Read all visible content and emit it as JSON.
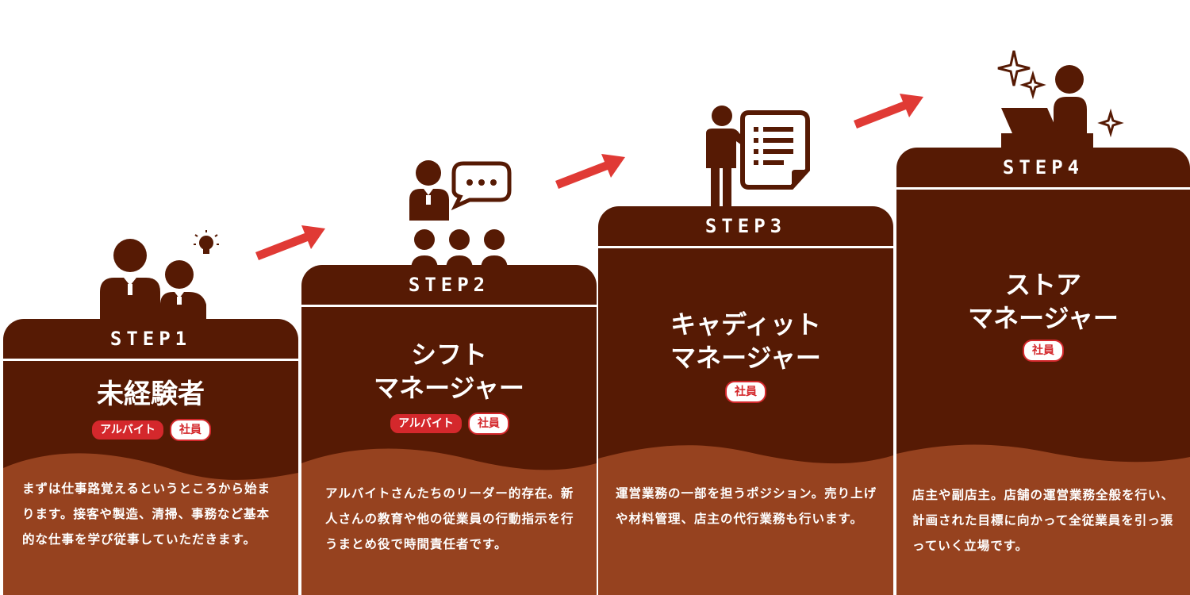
{
  "colors": {
    "dark_brown": "#561a04",
    "light_brown": "#96421f",
    "red": "#d4282c",
    "arrow_red": "#e03a35",
    "white": "#ffffff"
  },
  "steps": [
    {
      "header": "STEP1",
      "title_lines": [
        "未経験者"
      ],
      "tags": [
        "アルバイト",
        "社員"
      ],
      "description": "まずは仕事路覚えるというところから始まります。接客や製造、清掃、事務など基本的な仕事を学び従事していただきます。",
      "icon": "two-people-lightbulb-icon"
    },
    {
      "header": "STEP2",
      "title_lines": [
        "シフト",
        "マネージャー"
      ],
      "tags": [
        "アルバイト",
        "社員"
      ],
      "description": "アルバイトさんたちのリーダー的存在。新人さんの教育や他の従業員の行動指示を行うまとめ役で時間責任者です。",
      "icon": "leader-speech-bubble-icon"
    },
    {
      "header": "STEP3",
      "title_lines": [
        "キャディット",
        "マネージャー"
      ],
      "tags": [
        "社員"
      ],
      "description": "運営業務の一部を担うポジション。売り上げや材料管理、店主の代行業務も行います。",
      "icon": "presenter-document-icon"
    },
    {
      "header": "STEP4",
      "title_lines": [
        "ストア",
        "マネージャー"
      ],
      "tags": [
        "社員"
      ],
      "description": "店主や副店主。店舗の運営業務全般を行い、計画された目標に向かって全従業員を引っ張っていく立場です。",
      "icon": "manager-laptop-sparkle-icon"
    }
  ]
}
